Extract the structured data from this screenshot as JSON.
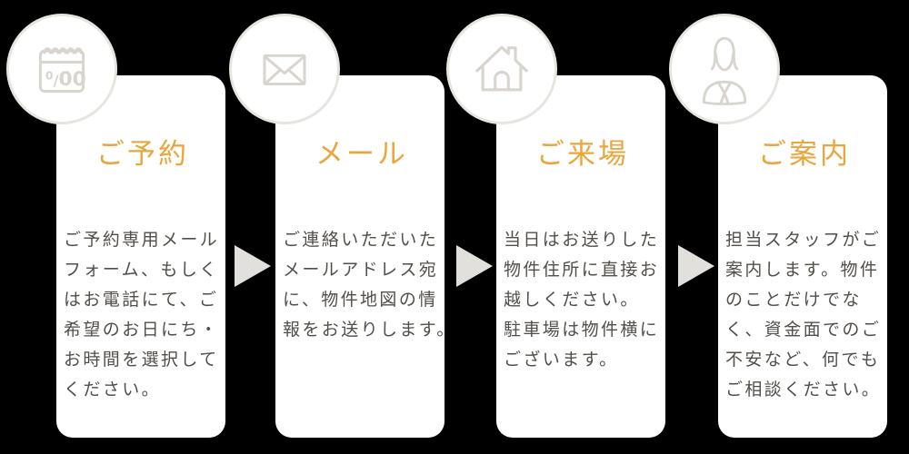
{
  "colors": {
    "background": "#000000",
    "card": "#FFFFFF",
    "accent_title": "#E9A63C",
    "body_text": "#524F4B",
    "icon_stroke": "#D8D4CE",
    "circle_border": "#E8E5E1",
    "arrow": "#E2E0DD"
  },
  "calendar_icon_text": "0/00",
  "steps": [
    {
      "icon": "calendar-icon",
      "title": "ご予約",
      "body": "ご予約専用メール\nフォーム、もしく\nはお電話にて、ご\n希望のお日にち・\nお時間を選択して\nください。"
    },
    {
      "icon": "envelope-icon",
      "title": "メール",
      "body": "ご連絡いただいた\nメールアドレス宛\nに、物件地図の情\n報をお送りします。"
    },
    {
      "icon": "house-icon",
      "title": "ご来場",
      "body": "当日はお送りした\n物件住所に直接お\n越しください。\n駐車場は物件横に\nございます。"
    },
    {
      "icon": "person-icon",
      "title": "ご案内",
      "body": "担当スタッフがご\n案内します。物件\nのことだけでな\nく、資金面でのご\n不安など、何でも\nご相談ください。"
    }
  ]
}
